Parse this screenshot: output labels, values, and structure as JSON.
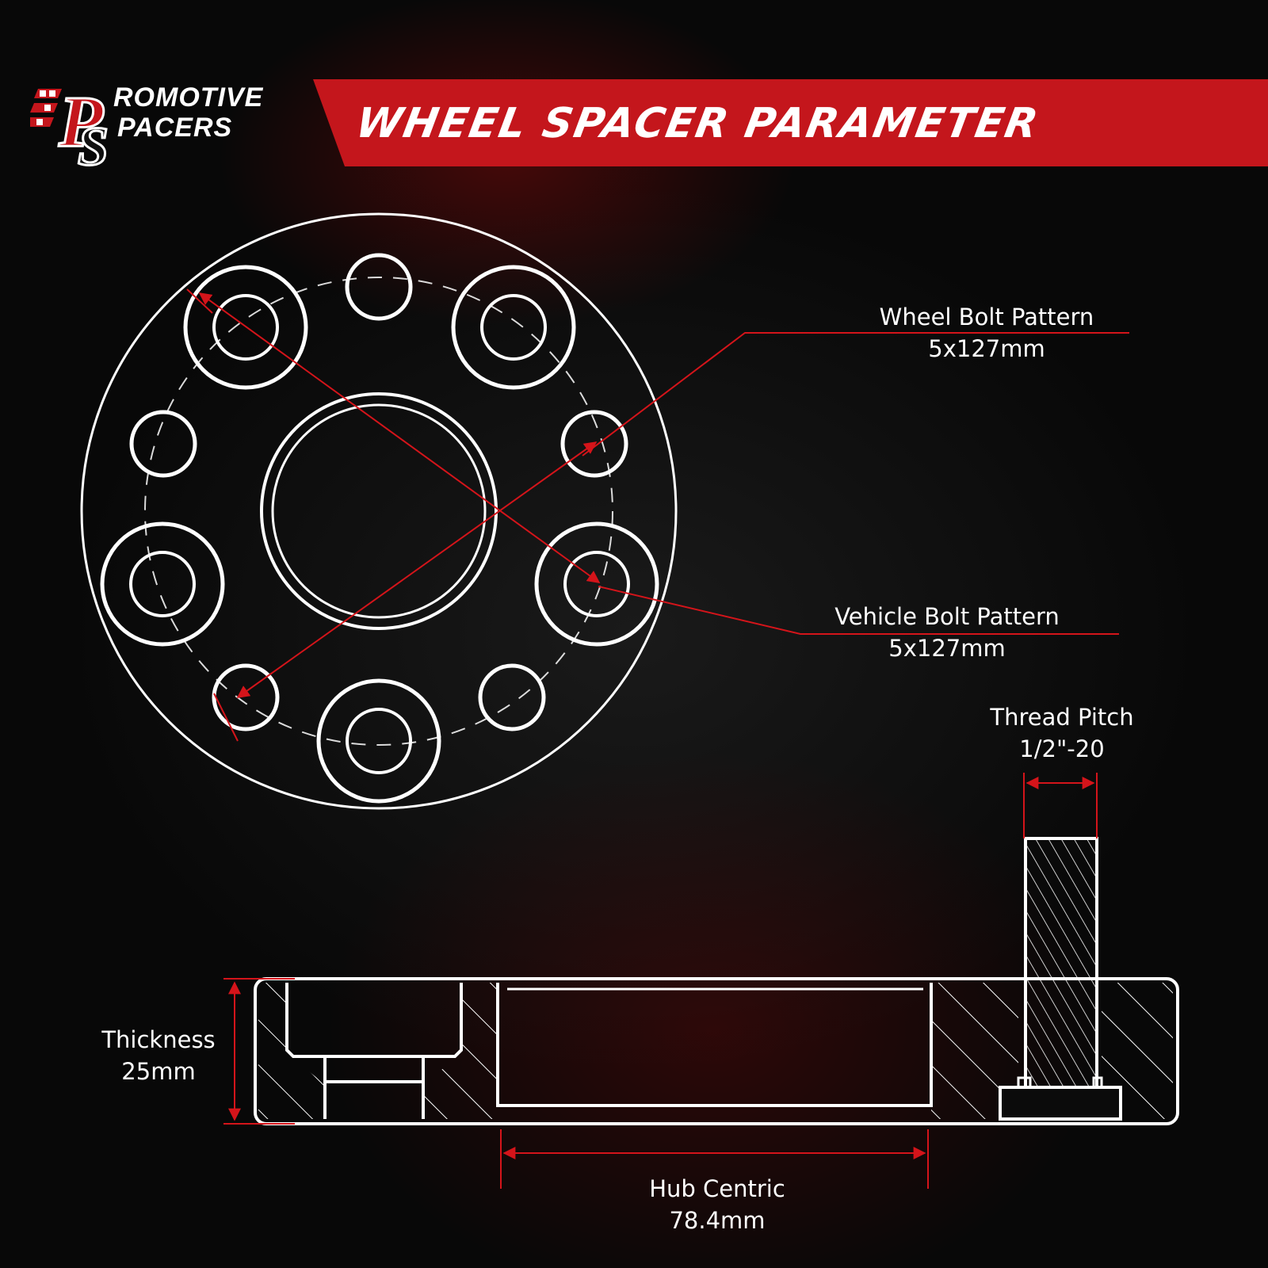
{
  "brand": {
    "name_line1": "ROMOTIVE",
    "name_line2": "PACERS",
    "accent_color": "#c4161c"
  },
  "header": {
    "title": "WHEEL SPACER PARAMETER"
  },
  "callouts": {
    "wheel_bolt_pattern": {
      "label": "Wheel Bolt Pattern",
      "value": "5x127mm"
    },
    "vehicle_bolt_pattern": {
      "label": "Vehicle Bolt Pattern",
      "value": "5x127mm"
    },
    "thread_pitch": {
      "label": "Thread Pitch",
      "value": "1/2\"-20"
    },
    "thickness": {
      "label": "Thickness",
      "value": "25mm"
    },
    "hub_centric": {
      "label": "Hub Centric",
      "value": "78.4mm"
    }
  },
  "colors": {
    "line": "#ffffff",
    "dimension": "#d4141a",
    "background": "#0b0b0b"
  }
}
